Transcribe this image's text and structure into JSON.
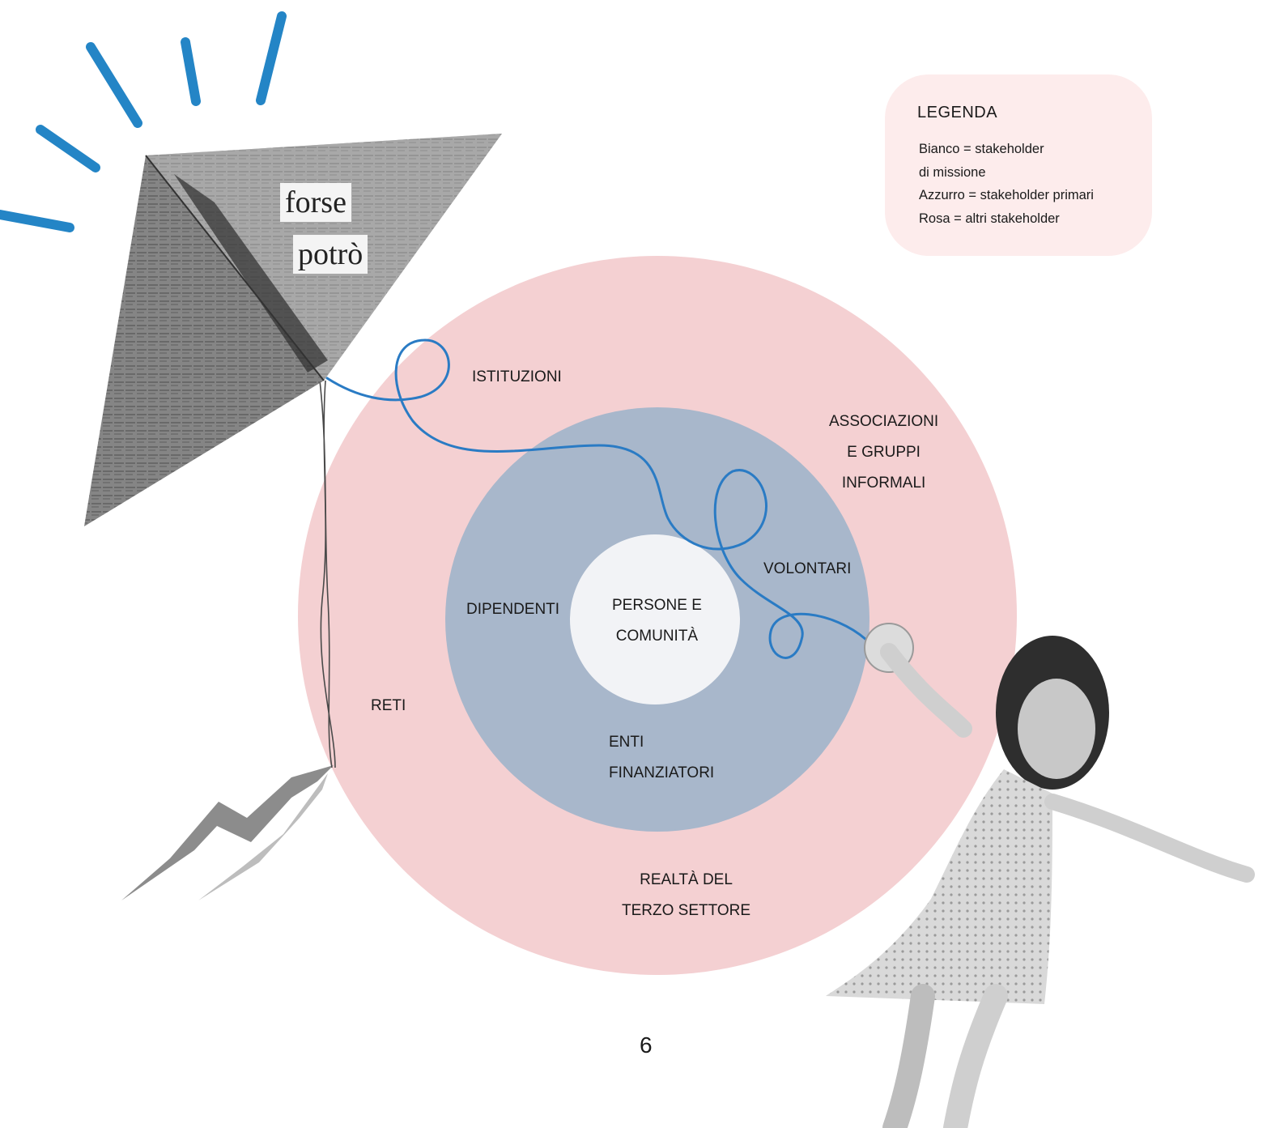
{
  "colors": {
    "outer_ring": "#f4d0d2",
    "middle_ring": "#a8b7cb",
    "center": "#f2f3f6",
    "string": "#2a7bc4",
    "rays": "#2485c6",
    "legend_bg": "#fdecec"
  },
  "kite": {
    "word1": "forse",
    "word2": "potrò"
  },
  "legend": {
    "title": "LEGENDA",
    "items": [
      "Bianco = stakeholder",
      "di missione",
      "Azzurro = stakeholder primari",
      "Rosa = altri stakeholder"
    ]
  },
  "diagram": {
    "center": [
      "PERSONE E",
      "COMUNITÀ"
    ],
    "primary": {
      "dipendenti": "DIPENDENTI",
      "volontari": "VOLONTARI",
      "enti": [
        "ENTI",
        "FINANZIATORI"
      ]
    },
    "other": {
      "istituzioni": "ISTITUZIONI",
      "associazioni": [
        "ASSOCIAZIONI",
        "E GRUPPI",
        "INFORMALI"
      ],
      "reti": "RETI",
      "terzo_settore": [
        "REALTÀ DEL",
        "TERZO SETTORE"
      ]
    }
  },
  "page_number": "6"
}
